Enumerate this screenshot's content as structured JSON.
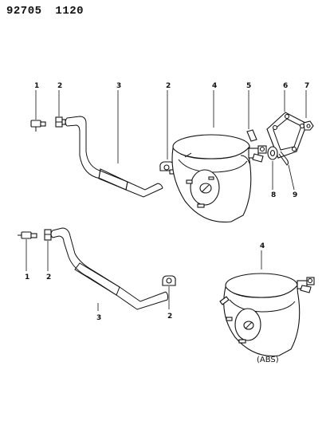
{
  "header": {
    "code": "92705",
    "number": "1120"
  },
  "callouts": {
    "upper": [
      "1",
      "2",
      "3",
      "2",
      "4",
      "5",
      "6",
      "7",
      "8",
      "9"
    ],
    "lower": [
      "1",
      "2",
      "3",
      "2",
      "4"
    ]
  },
  "abs_label": "(ABS)"
}
